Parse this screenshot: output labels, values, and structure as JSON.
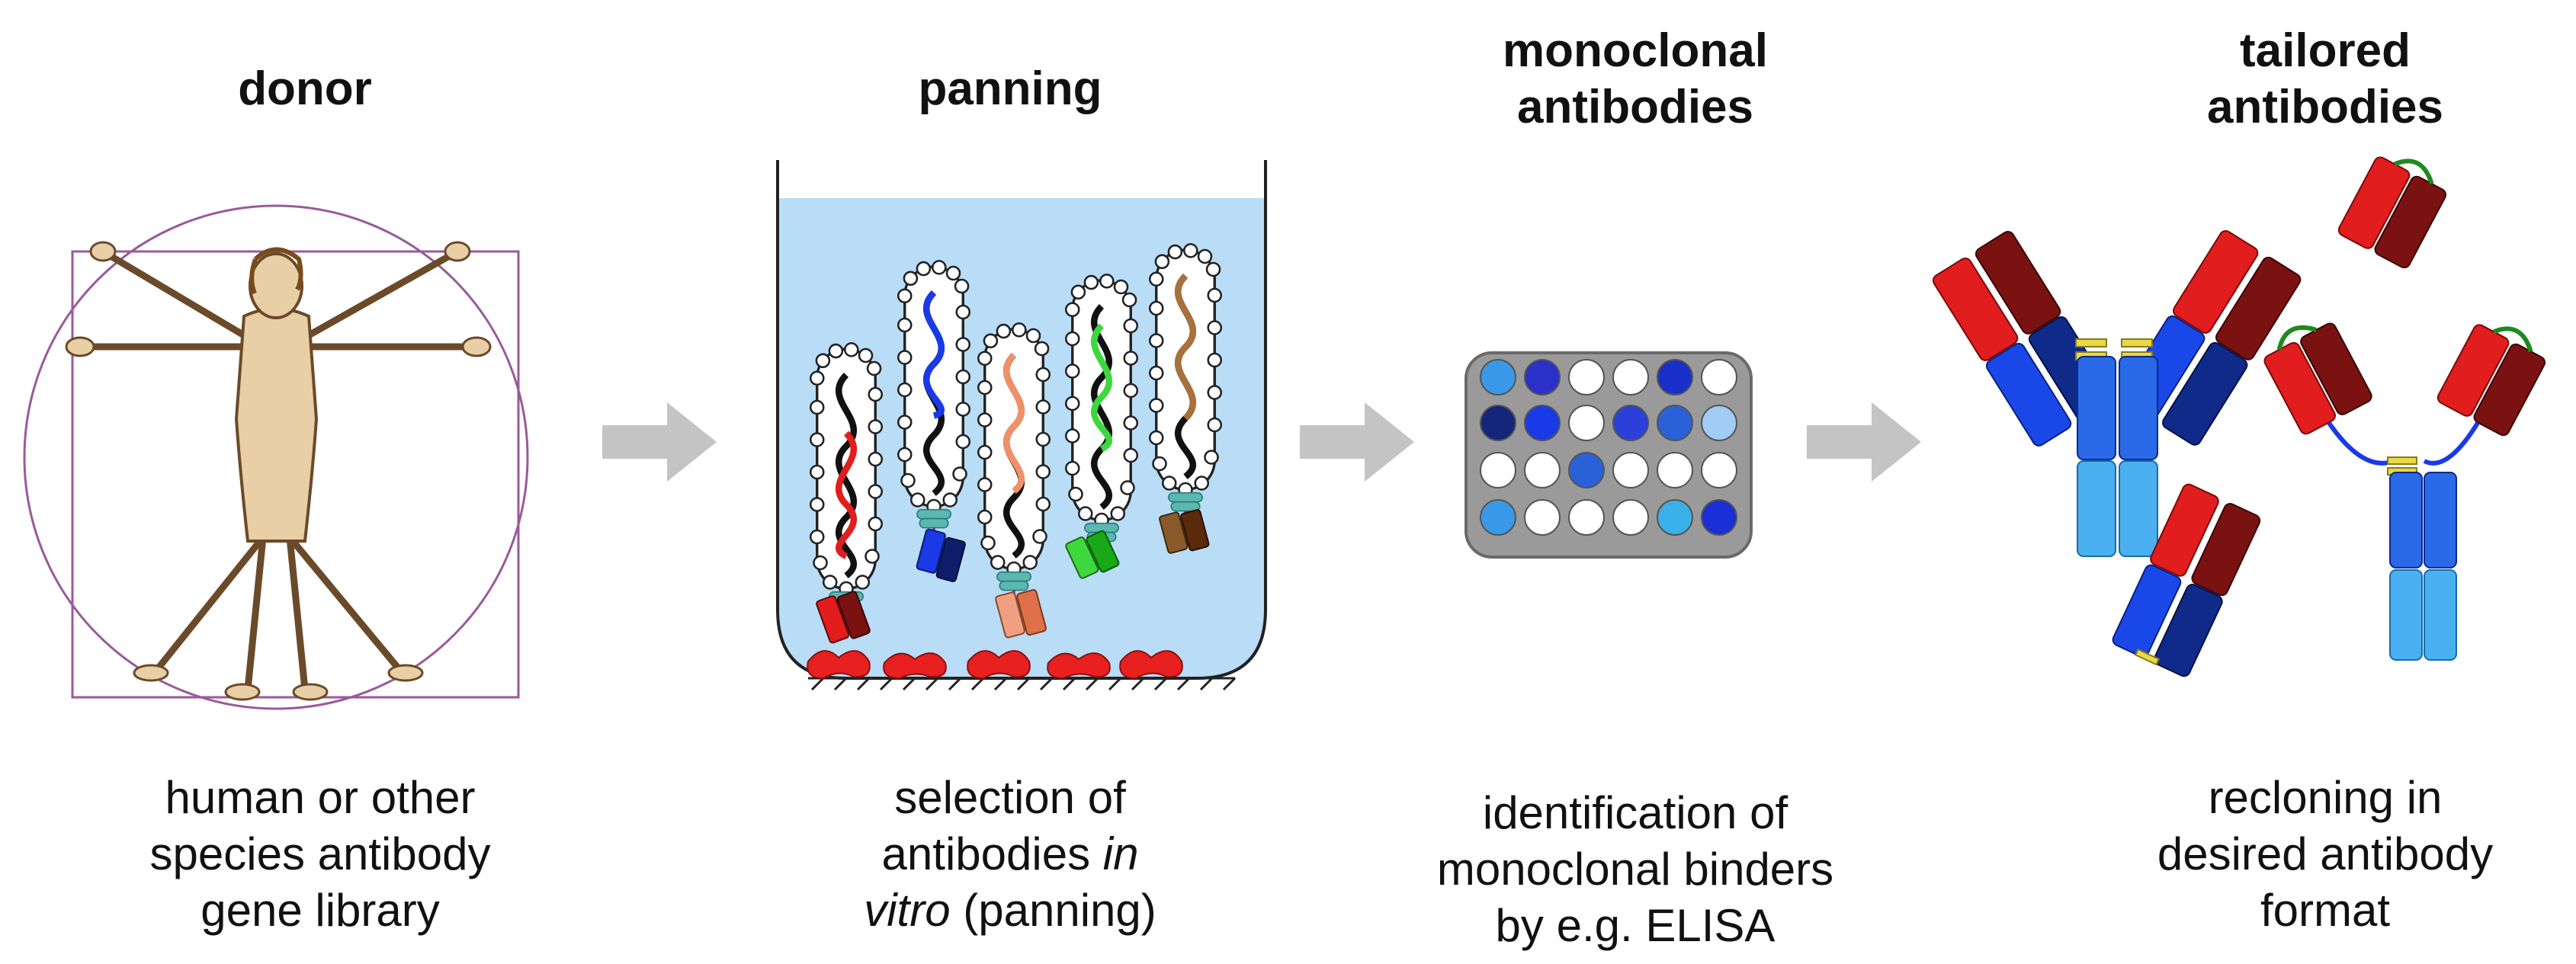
{
  "steps": [
    {
      "title_lines": [
        "donor"
      ],
      "caption_lines": [
        "human or other",
        "species antibody",
        "gene library"
      ]
    },
    {
      "title_lines": [
        "panning"
      ],
      "caption_lines": [
        "selection of",
        "antibodies",
        "in",
        "vitro",
        "(panning)"
      ]
    },
    {
      "title_lines": [
        "monoclonal",
        "antibodies"
      ],
      "caption_lines": [
        "identification of",
        "monoclonal binders",
        "by e.g. ELISA"
      ]
    },
    {
      "title_lines": [
        "tailored",
        "antibodies"
      ],
      "caption_lines": [
        "recloning in",
        "desired antibody",
        "format"
      ]
    }
  ],
  "colors": {
    "liquid": "#b9dcf7",
    "arrow": "#c4c4c4",
    "plate": "#9a9a9a",
    "heavy_red": "#e11d1d",
    "dark_red": "#7a1212",
    "blue": "#2a5ee8",
    "navy": "#1a2f8a",
    "light_blue": "#4aa8f0",
    "linker_green": "#1e8a1e",
    "frame_purple": "#9a5a9a"
  },
  "icons": [
    "vitruvian-man-icon",
    "phage-icon",
    "elisa-plate-icon",
    "igg-antibody-icon",
    "scfv-fragment-icon"
  ]
}
